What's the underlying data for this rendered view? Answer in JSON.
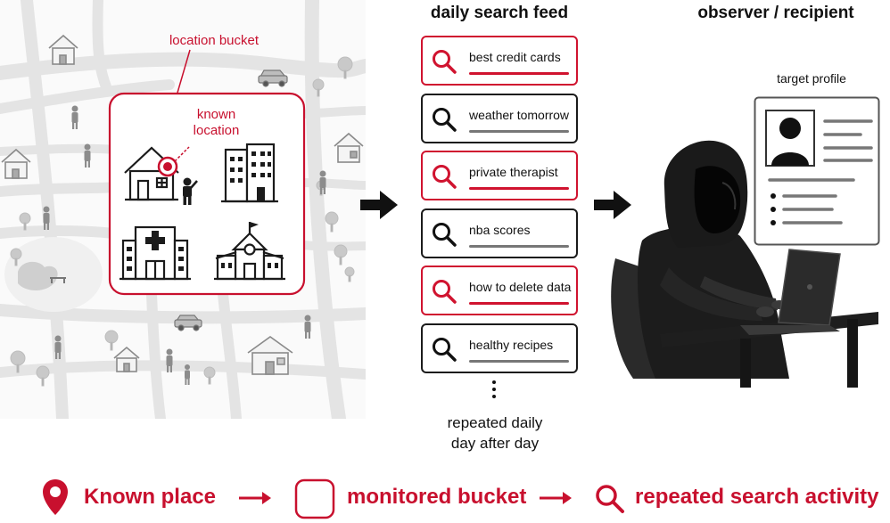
{
  "map": {
    "bucket_label": "location bucket",
    "known_location_label": "known location"
  },
  "feed": {
    "title": "daily search feed",
    "items": [
      {
        "text": "best credit cards",
        "flagged": true
      },
      {
        "text": "weather tomorrow",
        "flagged": false
      },
      {
        "text": "private therapist",
        "flagged": true
      },
      {
        "text": "nba scores",
        "flagged": false
      },
      {
        "text": "how to delete data",
        "flagged": true
      },
      {
        "text": "healthy recipes",
        "flagged": false
      }
    ],
    "repeat_line1": "repeated daily",
    "repeat_line2": "day after day"
  },
  "observer": {
    "title": "observer / recipient",
    "profile_label": "target profile"
  },
  "legend": {
    "item1": "Known place",
    "item2": "monitored bucket",
    "item3": "repeated search activity"
  },
  "colors": {
    "accent_red": "#c8102e",
    "outline": "#1b1b1b",
    "map_roads": "#e6e6e6"
  },
  "icons": [
    "house-icon",
    "office-building-icon",
    "hospital-icon",
    "school-icon",
    "person-icon",
    "search-icon",
    "location-pin-icon",
    "car-icon",
    "tree-icon",
    "hooded-figure-icon",
    "laptop-icon",
    "profile-avatar-icon"
  ]
}
